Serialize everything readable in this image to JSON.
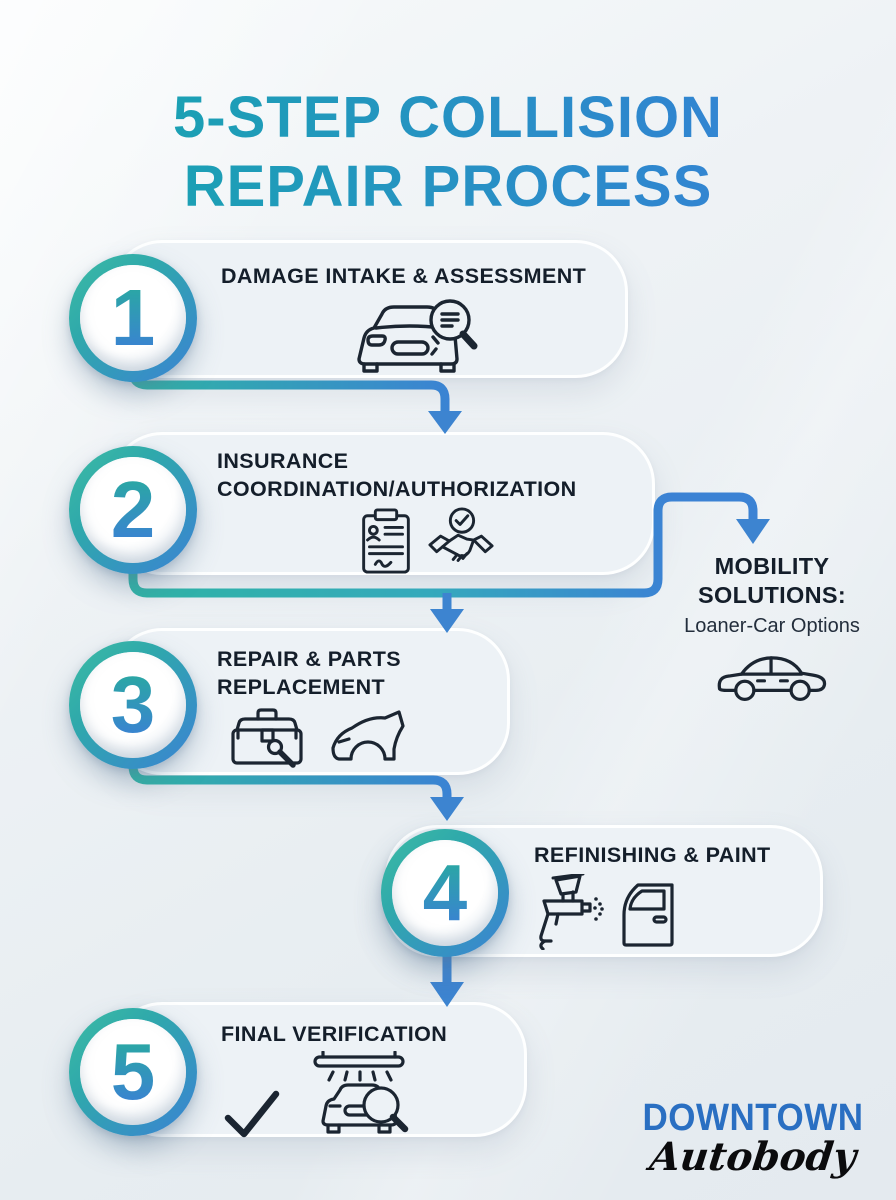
{
  "title": {
    "line1": "5-STEP COLLISION",
    "line2": "REPAIR PROCESS"
  },
  "steps": [
    {
      "number": "1",
      "line1": "DAMAGE INTAKE & ASSESSMENT",
      "line2": "",
      "icons": [
        "car-damage-magnifier-icon"
      ]
    },
    {
      "number": "2",
      "line1": "INSURANCE",
      "line2": "COORDINATION/AUTHORIZATION",
      "icons": [
        "claim-clipboard-icon",
        "handshake-approved-icon"
      ]
    },
    {
      "number": "3",
      "line1": "REPAIR & PARTS",
      "line2": "REPLACEMENT",
      "icons": [
        "toolbox-wrench-icon",
        "fender-part-icon"
      ]
    },
    {
      "number": "4",
      "line1": "REFINISHING & PAINT",
      "line2": "",
      "icons": [
        "spray-gun-icon",
        "car-door-icon"
      ]
    },
    {
      "number": "5",
      "line1": "FINAL VERIFICATION",
      "line2": "",
      "icons": [
        "checkmark-icon",
        "car-inspection-lamp-magnifier-icon"
      ]
    }
  ],
  "branch": {
    "line1": "MOBILITY",
    "line2": "SOLUTIONS:",
    "subtitle": "Loaner-Car Options",
    "icon": "loaner-car-icon"
  },
  "logo": {
    "line1": "DOWNTOWN",
    "line2": "Autobody"
  },
  "colors": {
    "accent_teal": "#2FAFA6",
    "accent_blue": "#3B82D4",
    "title_gradient_start": "#16A7AD",
    "title_gradient_end": "#4285DD",
    "step_text": "#141E2A",
    "logo_blue": "#2A6FC2",
    "logo_black": "#0B0B0D",
    "card_fill": "#EDF2F6",
    "background": "#EBF0F4",
    "arrow_blue": "#3D84D0"
  }
}
